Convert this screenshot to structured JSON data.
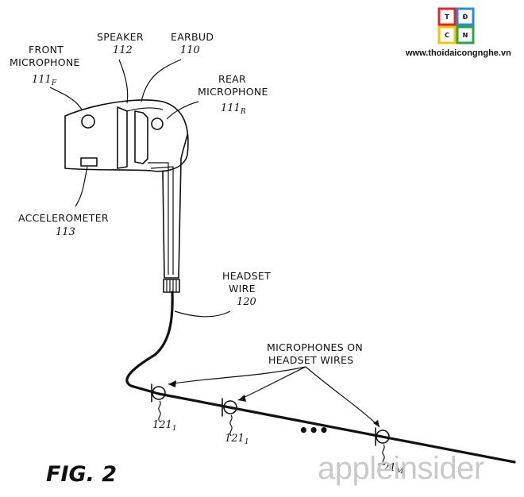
{
  "labels": {
    "front_mic_line1": "FRONT",
    "front_mic_line2": "MICROPHONE",
    "front_mic_ref": "111",
    "front_mic_sub": "F",
    "speaker": "SPEAKER",
    "speaker_ref": "112",
    "earbud": "EARBUD",
    "earbud_ref": "110",
    "rear_mic_line1": "REAR",
    "rear_mic_line2": "MICROPHONE",
    "rear_mic_ref": "111",
    "rear_mic_sub": "R",
    "accelerometer": "ACCELEROMETER",
    "accelerometer_ref": "113",
    "headset_line1": "HEADSET",
    "headset_line2": "WIRE",
    "headset_ref": "120",
    "mics_line1": "MICROPHONES ON",
    "mics_line2": "HEADSET WIRES",
    "wire_mic1_ref": "121",
    "wire_mic1_sub": "1",
    "wire_mic2_ref": "121",
    "wire_mic2_sub": "1",
    "wire_mic3_ref": "121",
    "wire_mic3_sub": "M",
    "ellipsis": "•••"
  },
  "figure_caption": "FIG. 2",
  "watermark": {
    "brand": "appleinsider",
    "site_url": "www.thoidaicongnghe.vn",
    "logo_letters": [
      "T",
      "Đ",
      "C",
      "N"
    ],
    "logo_colors": [
      "#e4242b",
      "#2a8bd6",
      "#f2c500",
      "#27a844"
    ]
  }
}
